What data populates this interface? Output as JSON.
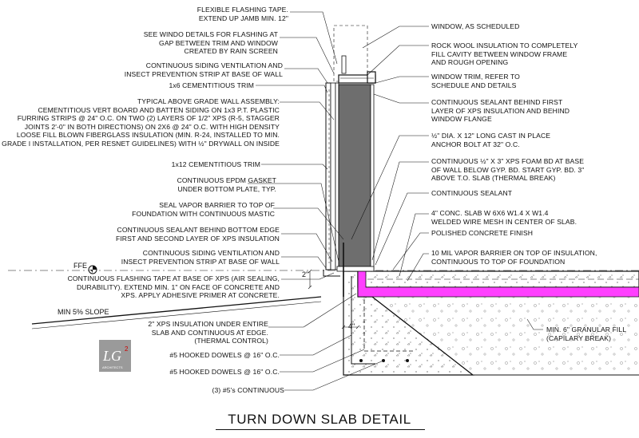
{
  "title": "TURN DOWN SLAB DETAIL",
  "ffe_label": "FFE",
  "slope_label": "MIN 5% SLOPE",
  "dim_width": "4\"",
  "dim_height": "2\"",
  "logo": {
    "text": "LG",
    "superscript": "2",
    "sub": "ARCHITECTS"
  },
  "colors": {
    "xps_insulation": "#ff40ff",
    "gypsum_panel": "#707070",
    "line": "#111111"
  },
  "notes_left": [
    "FLEXIBLE FLASHING TAPE.\nEXTEND UP JAMB MIN. 12\"",
    "SEE WINDO DETAILS FOR FLASHING AT\nGAP BETWEEN TRIM AND WINDOW\nCREATED BY RAIN SCREEN",
    "CONTINUOUS SIDING VENTILATION AND\nINSECT PREVENTION STRIP AT BASE OF WALL",
    "1x6 CEMENTITIOUS TRIM",
    "TYPICAL ABOVE GRADE WALL ASSEMBLY:\nCEMENTITIOUS VERT BOARD AND BATTEN SIDING ON 1x3 P.T. PLASTIC\nFURRING STRIPS @ 24\" O.C. ON TWO (2) LAYERS OF 1/2\" XPS (R-5, STAGGER\nJOINTS 2'-0\" IN BOTH DIRECTIONS) ON 2X6 @ 24\" O.C. WITH HIGH DENSITY\nLOOSE FILL BLOWN FIBERGLASS INSULATION (MIN. R-24, INSTALLED TO MIN.\nGRADE I INSTALLATION, PER RESNET GUIDELINES) WITH ½\" DRYWALL ON INSIDE",
    "1x12 CEMENTITIOUS TRIM",
    "CONTINUOUS EPDM GASKET\nUNDER BOTTOM PLATE, TYP.",
    "SEAL VAPOR BARRIER TO TOP OF\nFOUNDATION WITH CONTINUOUS MASTIC",
    "CONTINUOUS SEALANT BEHIND BOTTOM EDGE\nFIRST AND SECOND LAYER OF XPS INSULATION",
    "CONTINUOUS SIDING VENTILATION AND\nINSECT PREVENTION STRIP AT BASE OF WALL",
    "CONTINUOUS FLASHING TAPE AT BASE OF XPS (AIR SEALING,\nDURABILITY). EXTEND MIN. 1\" ON FACE OF CONCRETE AND\nXPS. APPLY ADHESIVE PRIMER AT CONCRETE.",
    "2\" XPS INSULATION UNDER ENTIRE\nSLAB AND CONTINUOUS AT EDGE.\n(THERMAL CONTROL)",
    "#5 HOOKED DOWELS @ 16\" O.C.",
    "#5 HOOKED DOWELS @ 16\" O.C.",
    "(3) #5's CONTINUOUS"
  ],
  "notes_right": [
    "WINDOW, AS SCHEDULED",
    "ROCK WOOL INSULATION TO COMPLETELY\nFILL CAVITY BETWEEN WINDOW FRAME\nAND ROUGH OPENING",
    "WINDOW TRIM, REFER TO\nSCHEDULE AND DETAILS",
    "CONTINUOUS SEALANT BEHIND FIRST\nLAYER OF XPS INSULATION AND BEHIND\nWINDOW FLANGE",
    "½\" DIA. X 12\" LONG CAST IN PLACE\nANCHOR BOLT AT 32\" O.C.",
    "CONTINUOUS ½\" X 3\" XPS FOAM BD AT BASE\nOF WALL BELOW GYP. BD. START GYP. BD. 3\"\nABOVE T.O. SLAB (THERMAL BREAK)",
    "CONTINUOUS SEALANT",
    "4\" CONC. SLAB W 6X6 W1.4 X W1.4\nWELDED WIRE MESH IN CENTER OF SLAB.",
    "POLISHED CONCRETE FINISH",
    "10 MIL VAPOR BARRIER ON TOP OF INSULATION,\nCONTINUOUS TO TOP OF FOUNDATION",
    "MIN. 6\" GRANULAR FILL\n(CAPILARY BREAK)"
  ]
}
